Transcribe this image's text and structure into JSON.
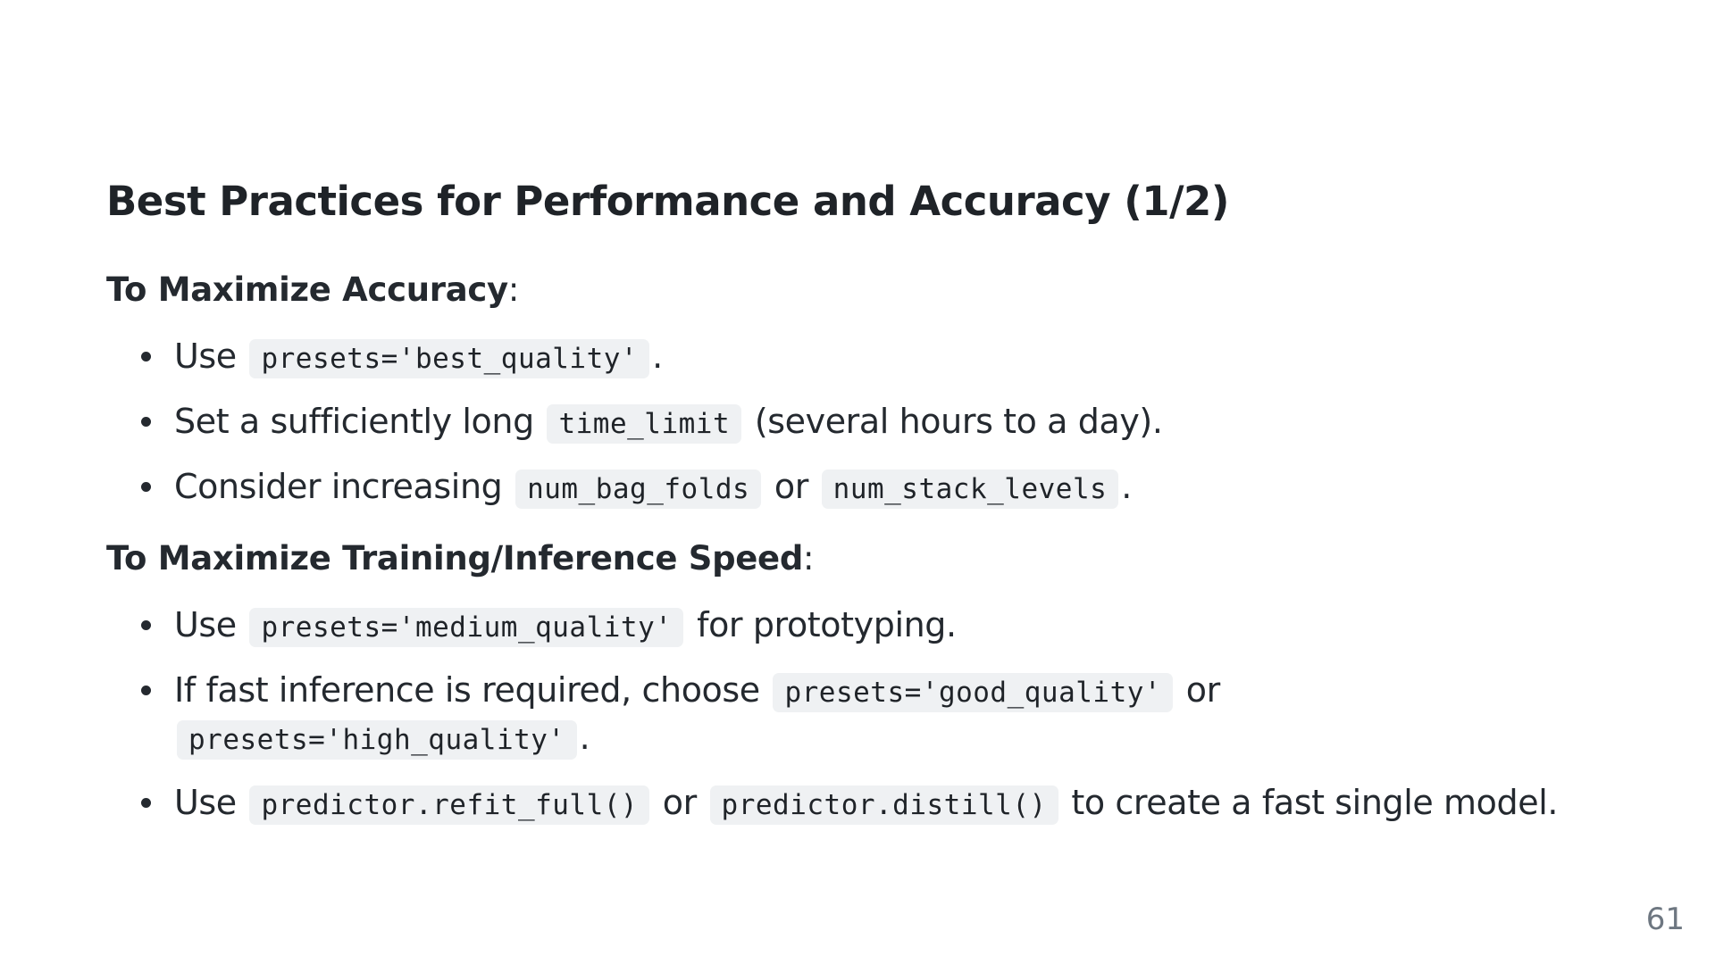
{
  "slide": {
    "title": "Best Practices for Performance and Accuracy (1/2)",
    "page_number": "61"
  },
  "sections": [
    {
      "heading": "To Maximize Accuracy",
      "heading_suffix": ":",
      "items": [
        {
          "t1": "Use",
          "c1": "presets='best_quality'",
          "t2": "."
        },
        {
          "t1": "Set a sufficiently long",
          "c1": "time_limit",
          "t2": "(several hours to a day)."
        },
        {
          "t1": "Consider increasing",
          "c1": "num_bag_folds",
          "t2": "or",
          "c2": "num_stack_levels",
          "t3": "."
        }
      ]
    },
    {
      "heading": "To Maximize Training/Inference Speed",
      "heading_suffix": ":",
      "items": [
        {
          "t1": "Use",
          "c1": "presets='medium_quality'",
          "t2": "for prototyping."
        },
        {
          "t1": "If fast inference is required, choose",
          "c1": "presets='good_quality'",
          "t2": "or",
          "c2": "presets='high_quality'",
          "t3": "."
        },
        {
          "t1": "Use",
          "c1": "predictor.refit_full()",
          "t2": "or",
          "c2": "predictor.distill()",
          "t3": "to create a fast single model."
        }
      ]
    }
  ]
}
